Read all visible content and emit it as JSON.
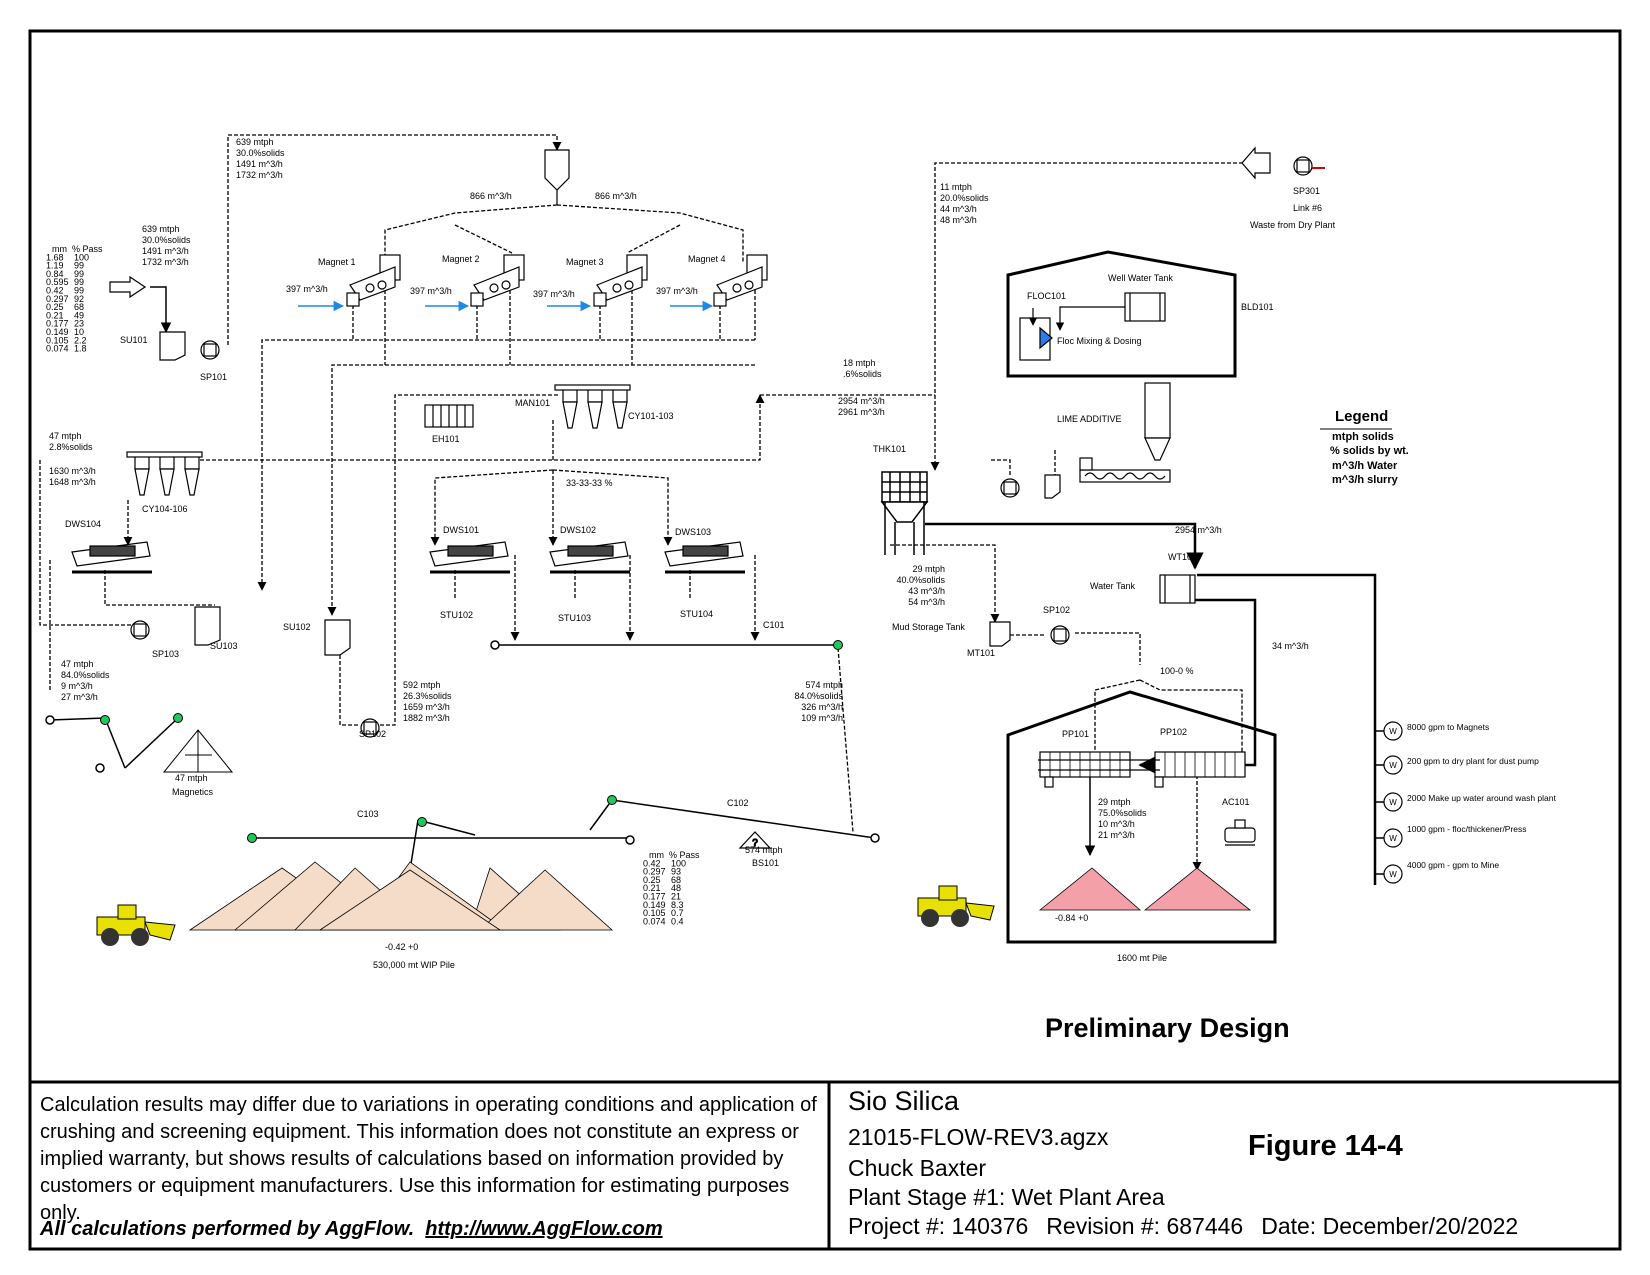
{
  "streams": {
    "sp101_out": [
      "639 mtph",
      "30.0%solids",
      "1491 m^3/h",
      "1732 m^3/h"
    ],
    "su101_in": [
      "639 mtph",
      "30.0%solids",
      "1491 m^3/h",
      "1732 m^3/h"
    ],
    "split_left": "866 m^3/h",
    "split_right": "866 m^3/h",
    "sp301_out": [
      "11 mtph",
      "20.0%solids",
      "44 m^3/h",
      "48 m^3/h"
    ],
    "water_in": "397 m^3/h",
    "overflow_thk": [
      "18 mtph",
      ".6%solids"
    ],
    "overflow_water": [
      "2954 m^3/h",
      "2961 m^3/h"
    ],
    "cy104_feed": [
      "47 mtph",
      "2.8%solids"
    ],
    "cy104_water": [
      "1630 m^3/h",
      "1648 m^3/h"
    ],
    "split_3way": "33-33-33 %",
    "thk_underflow": [
      "29 mtph",
      "40.0%solids",
      "43 m^3/h",
      "54 m^3/h"
    ],
    "thk_to_wt": "2954 m^3/h",
    "wt_return": "34 m^3/h",
    "split_press": "100-0 %",
    "sp103_out": [
      "47 mtph",
      "84.0%solids",
      "9 m^3/h",
      "27 m^3/h"
    ],
    "sp102_out": [
      "592 mtph",
      "26.3%solids",
      "1659 m^3/h",
      "1882 m^3/h"
    ],
    "c101_out": [
      "574 mtph",
      "84.0%solids",
      "326 m^3/h",
      "109 m^3/h"
    ],
    "bs101": "574 mtph",
    "press_cake": [
      "29 mtph",
      "75.0%solids",
      "10 m^3/h",
      "21 m^3/h"
    ],
    "magnetics_pile": "47 mtph",
    "wip_size": "-0.42 +0",
    "press_size": "-0.84 +0"
  },
  "units": {
    "magnet1": "Magnet 1",
    "magnet2": "Magnet 2",
    "magnet3": "Magnet 3",
    "magnet4": "Magnet 4",
    "su101": "SU101",
    "sp101": "SP101",
    "sp301": "SP301",
    "sp301_link": "Link #6",
    "sp301_desc": "Waste from Dry Plant",
    "man101": "MAN101",
    "cy101": "CY101-103",
    "eh101": "EH101",
    "cy104": "CY104-106",
    "dws104": "DWS104",
    "su103": "SU103",
    "sp103": "SP103",
    "dws101": "DWS101",
    "dws102": "DWS102",
    "dws103": "DWS103",
    "stu102": "STU102",
    "stu103": "STU103",
    "stu104": "STU104",
    "su102": "SU102",
    "sp102a": "SP102",
    "c101": "C101",
    "c102": "C102",
    "c103": "C103",
    "bs101": "BS101",
    "thk101": "THK101",
    "floc101": "FLOC101",
    "well_water": "Well Water Tank",
    "floc_mix": "Floc Mixing & Dosing",
    "bld101": "BLD101",
    "lime": "LIME ADDITIVE",
    "wt101": "WT101",
    "water_tank": "Water Tank",
    "mud_storage": "Mud Storage Tank",
    "mt101": "MT101",
    "sp102b": "SP102",
    "pp101": "PP101",
    "pp102": "PP102",
    "ac101": "AC101",
    "magnetics": "Magnetics",
    "wip_pile": "530,000  mt WIP Pile",
    "press_pile": "1600  mt  Pile"
  },
  "pumps": [
    "8000 gpm to Magnets",
    "200 gpm to dry plant for dust pump",
    "2000 Make up water around wash plant",
    "1000 gpm - floc/thickener/Press",
    "4000 gpm - gpm to Mine"
  ],
  "gradation_feed": {
    "headers": [
      "mm",
      "% Pass"
    ],
    "rows": [
      [
        "1.68",
        "100"
      ],
      [
        "1.19",
        "99"
      ],
      [
        "0.84",
        "99"
      ],
      [
        "0.595",
        "99"
      ],
      [
        "0.42",
        "99"
      ],
      [
        "0.297",
        "92"
      ],
      [
        "0.25",
        "68"
      ],
      [
        "0.21",
        "49"
      ],
      [
        "0.177",
        "23"
      ],
      [
        "0.149",
        "10"
      ],
      [
        "0.105",
        "2.2"
      ],
      [
        "0.074",
        "1.8"
      ]
    ]
  },
  "gradation_wip": {
    "headers": [
      "mm",
      "% Pass"
    ],
    "rows": [
      [
        "0.42",
        "100"
      ],
      [
        "0.297",
        "93"
      ],
      [
        "0.25",
        "68"
      ],
      [
        "0.21",
        "48"
      ],
      [
        "0.177",
        "21"
      ],
      [
        "0.149",
        "8.3"
      ],
      [
        "0.105",
        "0.7"
      ],
      [
        "0.074",
        "0.4"
      ]
    ]
  },
  "legend": {
    "title": "Legend",
    "items": [
      "mtph solids",
      "% solids by wt.",
      "m^3/h Water",
      "m^3/h slurry"
    ]
  },
  "prelim": "Preliminary Design",
  "footer": {
    "disclaimer": "Calculation results may differ due to variations in operating conditions and application of crushing and screening equipment.  This information does not constitute an express or implied warranty, but shows results of calculations based on information provided by customers or equipment manufacturers.  Use this information for estimating purposes only.",
    "aggflow_prefix": "All calculations performed by AggFlow.",
    "aggflow_url": "http://www.AggFlow.com",
    "company": "Sio Silica",
    "file": "21015-FLOW-REV3.agzx",
    "author": "Chuck Baxter",
    "stage": "Plant Stage #1: Wet Plant Area",
    "project": "Project #:  140376",
    "revision": "Revision #:  687446",
    "date": "Date: December/20/2022",
    "figure": "Figure 14-4"
  },
  "colors": {
    "water_arrow": "#1e88e5",
    "idler": "#22c55e",
    "press_pile": "#f4a0a8",
    "wip_pile": "#f5dcc8",
    "loader": "#e8e000",
    "floc": "#2b7de9"
  }
}
